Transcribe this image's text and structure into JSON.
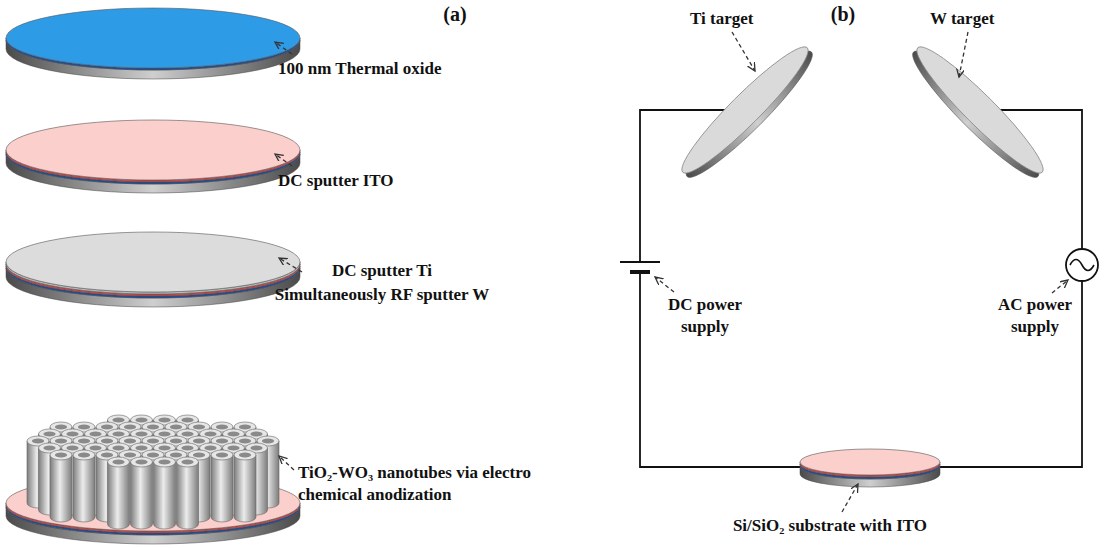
{
  "diagram": {
    "labels": [
      "(a)",
      "(b)",
      "100 nm Thermal oxide",
      "DC sputter ITO",
      "DC sputter Ti",
      "Simultaneously RF sputter W",
      "TiO₂-WO₃ nanotubes via electro chemical anodization",
      "Ti target",
      "W target",
      "DC power supply",
      "AC power supply",
      "Si/SiO₂ substrate with ITO"
    ]
  }
}
